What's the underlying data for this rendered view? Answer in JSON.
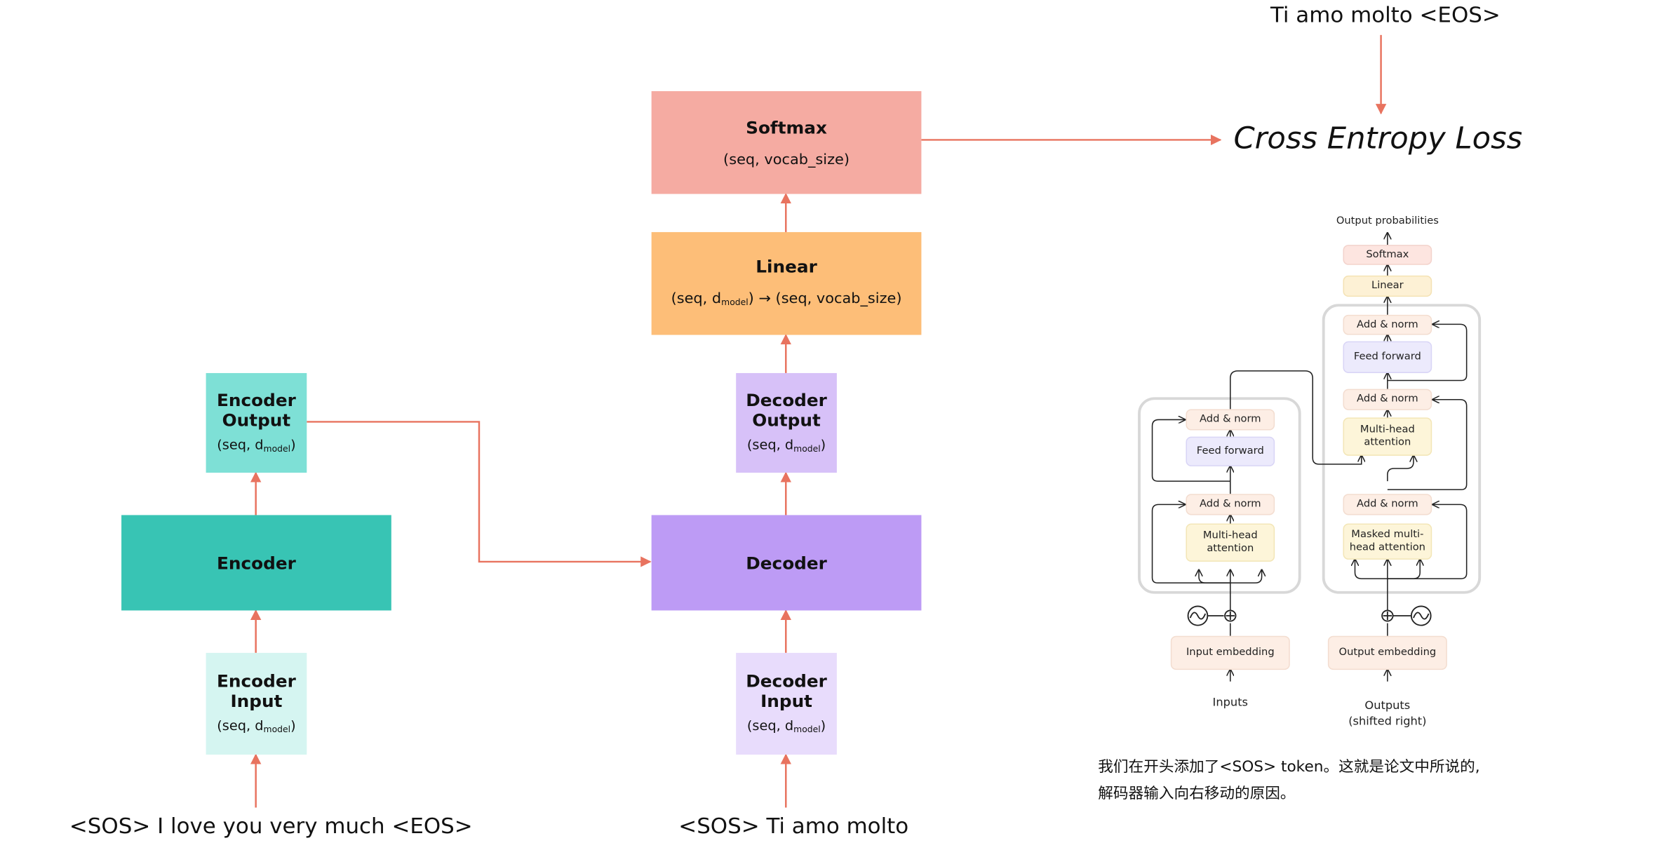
{
  "colors": {
    "arrow": "#e8735f",
    "encoder_output": "#7ee0d6",
    "encoder": "#38c4b4",
    "encoder_input": "#d5f5f1",
    "decoder_output": "#d7c1f8",
    "decoder": "#bd9bf5",
    "decoder_input": "#e8dcfc",
    "linear": "#fdbe78",
    "softmax": "#f5aba2"
  },
  "target_sequence": "Ti amo molto <EOS>",
  "loss_label": "Cross Entropy Loss",
  "softmax": {
    "title": "Softmax",
    "shape": "(seq, vocab_size)"
  },
  "linear": {
    "title": "Linear",
    "shape_prefix": "(seq, d",
    "shape_sub": "model",
    "shape_suffix": ") → (seq, vocab_size)"
  },
  "encoder_output": {
    "title": "Encoder Output",
    "shape_prefix": "(seq, d",
    "shape_sub": "model",
    "shape_suffix": ")"
  },
  "decoder_output": {
    "title": "Decoder Output",
    "shape_prefix": "(seq, d",
    "shape_sub": "model",
    "shape_suffix": ")"
  },
  "encoder": {
    "title": "Encoder"
  },
  "decoder": {
    "title": "Decoder"
  },
  "encoder_input": {
    "title": "Encoder Input",
    "shape_prefix": "(seq, d",
    "shape_sub": "model",
    "shape_suffix": ")"
  },
  "decoder_input": {
    "title": "Decoder Input",
    "shape_prefix": "(seq, d",
    "shape_sub": "model",
    "shape_suffix": ")"
  },
  "encoder_sentence": "<SOS> I love you very much <EOS>",
  "decoder_sentence": "<SOS> Ti amo molto",
  "transformer": {
    "output_probabilities": "Output probabilities",
    "softmax": "Softmax",
    "linear": "Linear",
    "add_norm": "Add & norm",
    "feed_forward": "Feed forward",
    "multi_head_attention": "Multi-head attention",
    "masked_multi_head_attention": "Masked multi-head attention",
    "input_embedding": "Input embedding",
    "output_embedding": "Output embedding",
    "inputs": "Inputs",
    "outputs": "Outputs",
    "shifted_right": "(shifted right)"
  },
  "caption": {
    "line1": "我们在开头添加了<SOS> token。这就是论文中所说的,",
    "line2": "解码器输入向右移动的原因。"
  }
}
